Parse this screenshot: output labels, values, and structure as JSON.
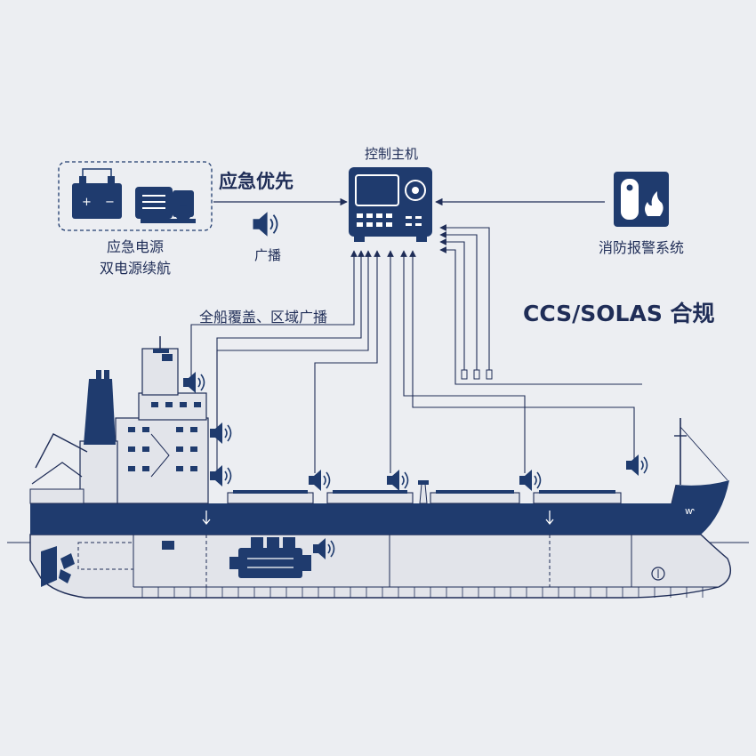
{
  "control_unit": {
    "label": "控制主机"
  },
  "emergency_power": {
    "line1": "应急电源",
    "line2": "双电源续航"
  },
  "priority": {
    "label": "应急优先"
  },
  "broadcast": {
    "label": "广播"
  },
  "fire_alarm": {
    "label": "消防报警系统"
  },
  "compliance": {
    "label": "CCS/SOLAS 合规"
  },
  "coverage": {
    "label": "全船覆盖、区域广播"
  },
  "icons": [
    "battery-icon",
    "generator-icon",
    "speaker-icon",
    "control-panel-icon",
    "fire-alarm-icon",
    "flame-icon",
    "ship-icon",
    "engine-icon",
    "propeller-icon"
  ],
  "colors": {
    "primary": "#1f3b6e",
    "background": "#eceef2",
    "hull_lower": "#e2e4ea",
    "line": "#1f2d57"
  }
}
